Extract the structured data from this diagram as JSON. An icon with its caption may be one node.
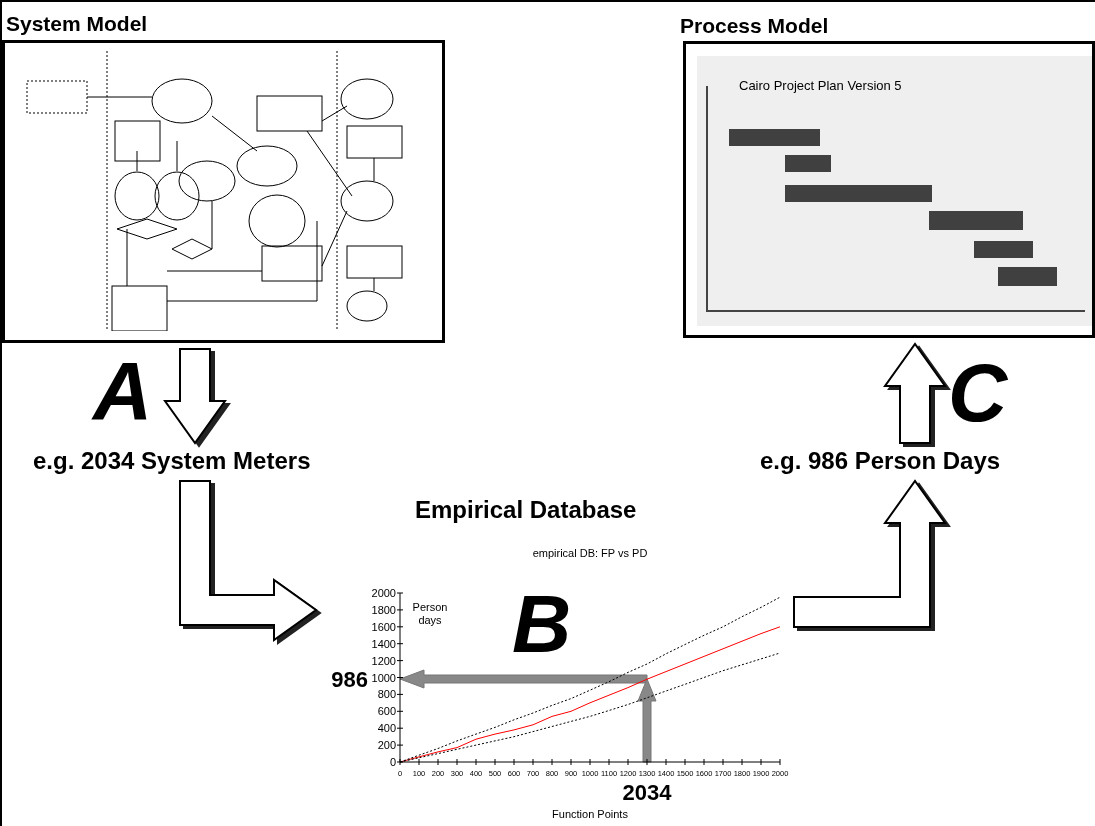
{
  "diagram": {
    "nodes": [
      {
        "text": [
          "System Model"
        ]
      },
      {
        "text": [
          "e.g. 2034 System Meters"
        ]
      },
      {
        "text": [
          "Empirical Database"
        ]
      },
      {
        "text": [
          "e.g. 986 Person Days"
        ]
      },
      {
        "text": [
          "Process Model",
          "Cairo Project Plan Version 5"
        ]
      }
    ],
    "edges": [
      {
        "from": 0,
        "to": 1,
        "arrow": "to"
      },
      {
        "from": 1,
        "to": 2,
        "arrow": "to"
      },
      {
        "from": 2,
        "to": 3,
        "arrow": "to"
      },
      {
        "from": 3,
        "to": 4,
        "arrow": "to"
      }
    ],
    "labels": [
      "A",
      "B",
      "C"
    ],
    "chart_data": {
      "type": "line",
      "title": "empirical DB: FP vs PD",
      "xlabel": "Function Points",
      "ylabel": "Person days",
      "x": [
        0,
        100,
        200,
        300,
        400,
        500,
        600,
        700,
        800,
        900,
        1000,
        1100,
        1200,
        1300,
        1400,
        1500,
        1600,
        1700,
        1800,
        1900,
        2000
      ],
      "series": [
        {
          "color": "#ff0000",
          "values": [
            0,
            60,
            120,
            170,
            270,
            330,
            380,
            440,
            540,
            600,
            700,
            790,
            880,
            980,
            1070,
            1160,
            1250,
            1340,
            1430,
            1520,
            1600
          ]
        },
        {
          "color": "#000000",
          "line_style": "dotted",
          "values": [
            0,
            80,
            160,
            250,
            330,
            410,
            500,
            580,
            670,
            750,
            850,
            950,
            1060,
            1160,
            1280,
            1390,
            1500,
            1600,
            1720,
            1830,
            1950
          ]
        },
        {
          "color": "#000000",
          "line_style": "dotted",
          "values": [
            0,
            50,
            100,
            150,
            200,
            250,
            300,
            360,
            420,
            480,
            540,
            610,
            680,
            760,
            840,
            920,
            1000,
            1080,
            1150,
            1220,
            1290
          ]
        }
      ],
      "xlim": [
        0,
        2000
      ],
      "ylim": [
        0,
        2000
      ],
      "xticks": [
        0,
        100,
        200,
        300,
        400,
        500,
        600,
        700,
        800,
        900,
        1000,
        1100,
        1200,
        1300,
        1400,
        1500,
        1600,
        1700,
        1800,
        1900,
        2000
      ],
      "yticks": [
        0,
        200,
        400,
        600,
        800,
        1000,
        1200,
        1400,
        1600,
        1800,
        2000
      ],
      "annotations": [
        "986",
        "2034"
      ]
    }
  }
}
